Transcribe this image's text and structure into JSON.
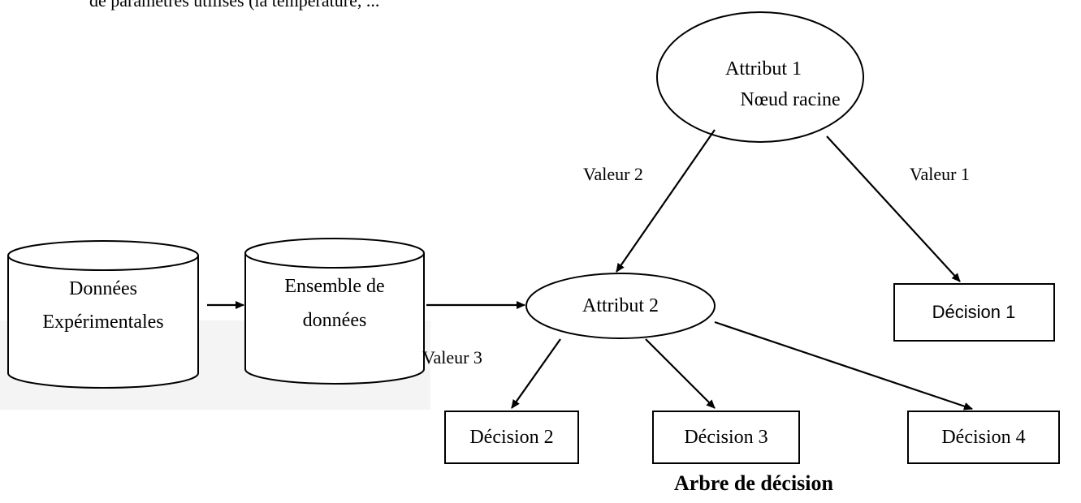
{
  "header": {
    "partial_text": "de paramètres utilisés (la température, ..."
  },
  "datasource": {
    "line1": "Données",
    "line2": "Expérimentales"
  },
  "dataset": {
    "line1": "Ensemble de",
    "line2": "données"
  },
  "root": {
    "line1": "Attribut  1",
    "line2": "Nœud racine"
  },
  "attr2": {
    "label": "Attribut 2"
  },
  "edges": {
    "value1": "Valeur 1",
    "value2": "Valeur 2",
    "value3": "Valeur 3"
  },
  "decisions": {
    "d1": "Décision 1",
    "d2": "Décision 2",
    "d3": "Décision 3",
    "d4": "Décision 4"
  },
  "caption": "Arbre de décision"
}
